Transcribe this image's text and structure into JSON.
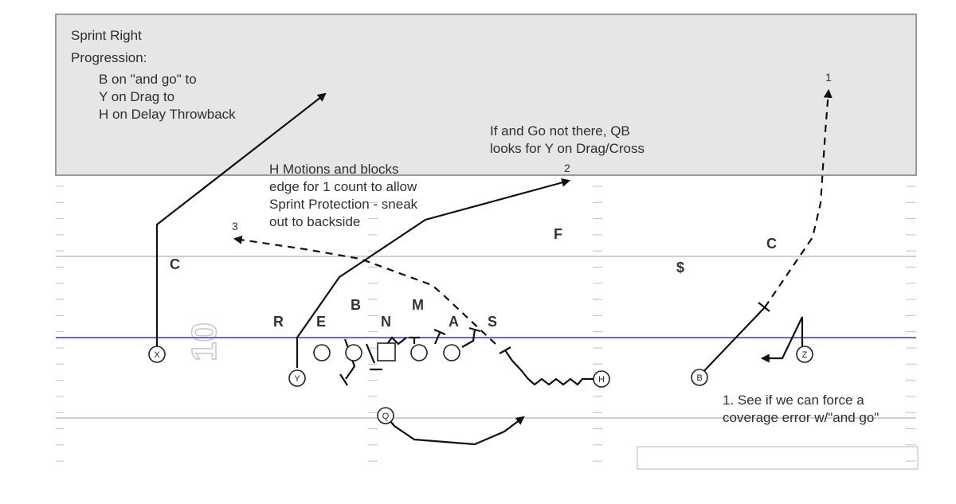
{
  "progression_box": {
    "title": "Sprint Right",
    "heading": "Progression:",
    "items": [
      "B on \"and go\" to",
      "Y on Drag to",
      "H on Delay Throwback"
    ]
  },
  "notes": {
    "h_motion": [
      "H Motions and blocks",
      "edge for 1 count to allow",
      "Sprint Protection - sneak",
      "out to backside"
    ],
    "qb_read": [
      "If and Go not there, QB",
      "looks for Y on Drag/Cross"
    ],
    "coverage": [
      "1. See if we can force a",
      "coverage error w/\"and go\""
    ]
  },
  "route_numbers": {
    "first": "1",
    "second": "2",
    "third": "3"
  },
  "defense": {
    "c_left": "C",
    "r": "R",
    "e": "E",
    "b": "B",
    "n": "N",
    "m": "M",
    "a": "A",
    "s": "S",
    "f": "F",
    "dollar": "$",
    "c_right": "C"
  },
  "offense": {
    "x": "X",
    "y": "Y",
    "q": "Q",
    "h": "H",
    "b": "B",
    "z": "Z"
  },
  "field": {
    "yard_marker": "10",
    "line_of_scrimmage_color": "#6666dd",
    "box_color": "#e6e6e6"
  }
}
